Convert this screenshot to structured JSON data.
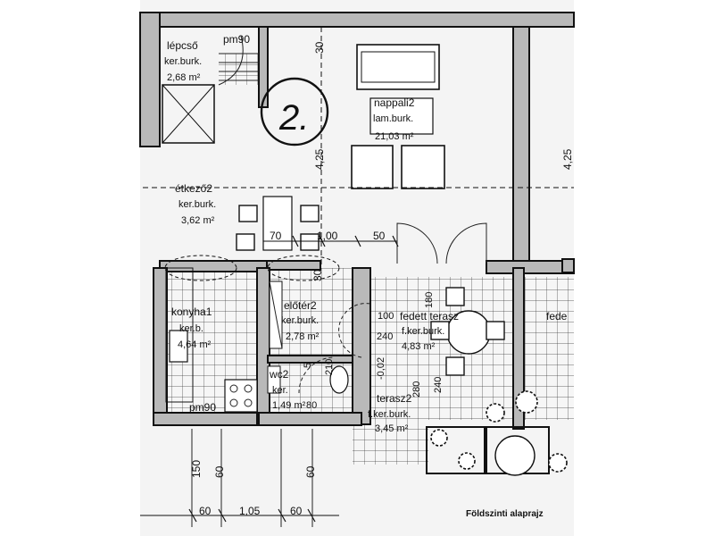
{
  "rooms": [
    {
      "name": "lépcső",
      "finish": "ker.burk.",
      "area": "2,68 m²"
    },
    {
      "name": "nappali2",
      "finish": "lam.burk.",
      "area": "21,03 m²"
    },
    {
      "name": "étkező2",
      "finish": "ker.burk.",
      "area": "3,62 m²"
    },
    {
      "name": "konyha1",
      "finish": "ker.b.",
      "area": "4,64 m²"
    },
    {
      "name": "előtér2",
      "finish": "ker.burk.",
      "area": "2,78 m²"
    },
    {
      "name": "fedett terasz",
      "finish": "f.ker.burk.",
      "area": "4,83 m²"
    },
    {
      "name": "wc2",
      "finish": "ker.",
      "area": "1,49 m²"
    },
    {
      "name": "terasz2",
      "finish": "f.ker.burk.",
      "area": "3,45 m²"
    },
    {
      "name": "fede",
      "finish": "",
      "area": ""
    }
  ],
  "unit_number": "2.",
  "labels": {
    "pm90_top": "pm90",
    "pm90_bottom": "pm90",
    "wc_extra": "80"
  },
  "dims": {
    "d30_top": "30",
    "d425_left": "4,25",
    "d425_right": "4,25",
    "d70": "70",
    "d100": "1,00",
    "d50": "50",
    "d30_mid": "30",
    "d100b": "100",
    "d240a": "240",
    "d180": "180",
    "d002": "-0,02",
    "d210": "210",
    "d5": "5",
    "d240b": "240",
    "d280": "280",
    "d150": "150",
    "d60a": "60",
    "d60b": "60",
    "d60c": "60",
    "d105": "1,05",
    "d60d": "60"
  },
  "caption": "Földszinti alaprajz"
}
